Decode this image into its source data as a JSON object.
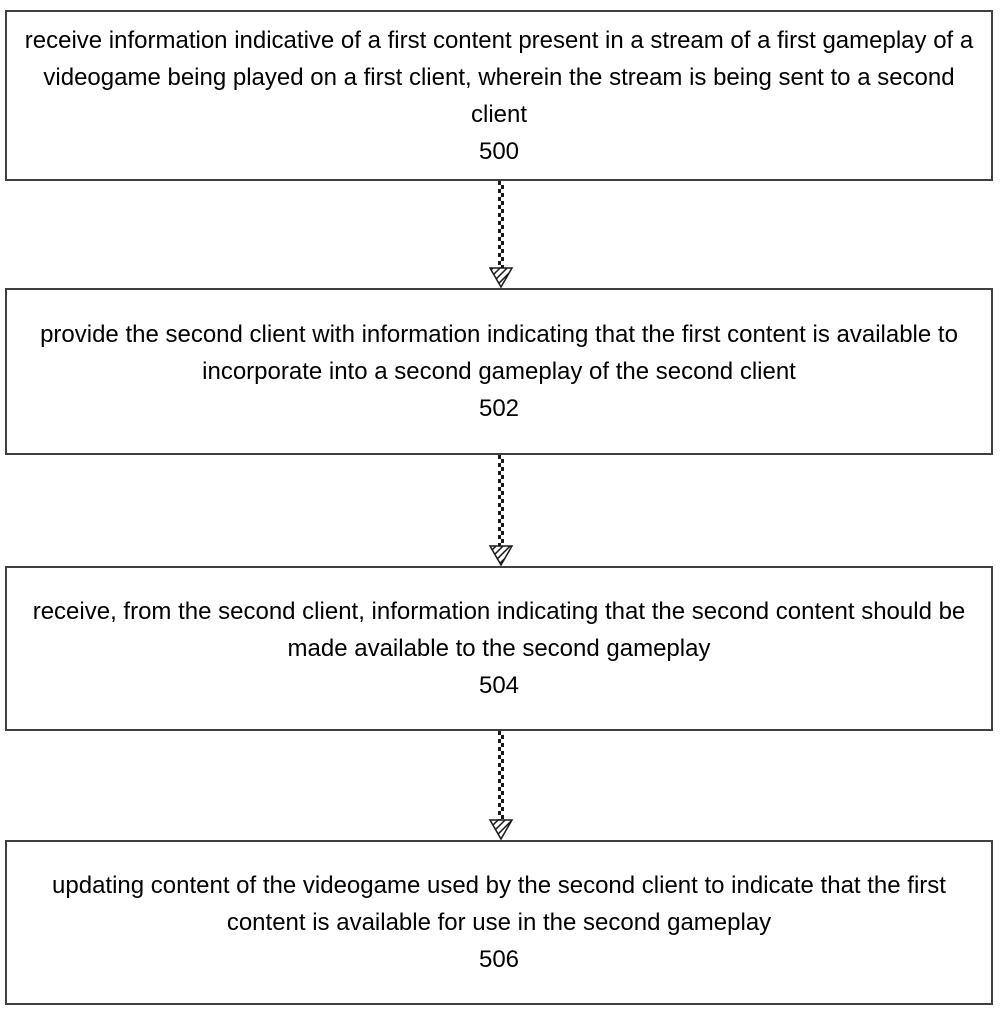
{
  "figure": {
    "type": "flowchart",
    "steps": [
      {
        "text": "receive information indicative of a first content present in a stream of a first gameplay of a videogame being played on a first client, wherein the stream is being sent to a second client",
        "number": "500"
      },
      {
        "text": "provide the second client with information indicating that the first content is available to incorporate into a second gameplay of the second client",
        "number": "502"
      },
      {
        "text": "receive, from the second client, information indicating that the second content should be made available to the second gameplay",
        "number": "504"
      },
      {
        "text": "updating content of the videogame used by the second client to indicate that the first content is available for use in the second gameplay",
        "number": "506"
      }
    ],
    "connectors": [
      {
        "from": "500",
        "to": "502",
        "style": "dashed-arrow-down"
      },
      {
        "from": "502",
        "to": "504",
        "style": "dashed-arrow-down"
      },
      {
        "from": "504",
        "to": "506",
        "style": "dashed-arrow-down"
      }
    ],
    "colors": {
      "background": "#ffffff",
      "box_border": "#3f3f3f",
      "text": "#000000",
      "arrow": "#1a1a1a"
    }
  }
}
